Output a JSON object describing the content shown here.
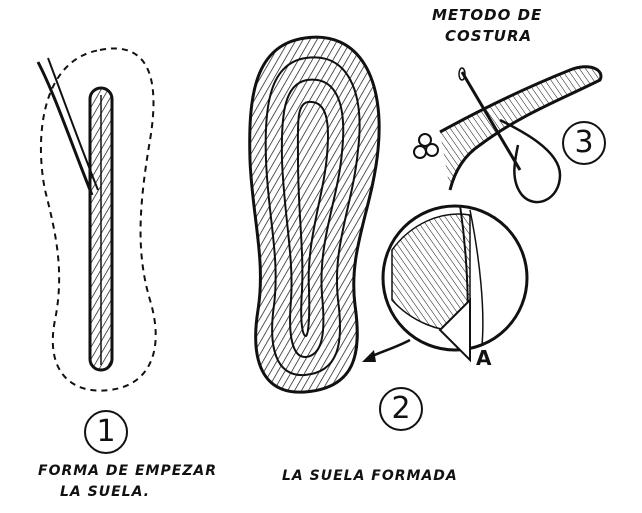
{
  "labels": {
    "method_line1": "METODO DE",
    "method_line2": "COSTURA",
    "start_line1": "FORMA DE EMPEZAR",
    "start_line2": "LA SUELA.",
    "formed": "LA SUELA FORMADA"
  },
  "steps": {
    "one": "1",
    "two": "2",
    "three": "3"
  },
  "detail_letter": "A",
  "colors": {
    "ink": "#111111",
    "paper": "#ffffff"
  }
}
